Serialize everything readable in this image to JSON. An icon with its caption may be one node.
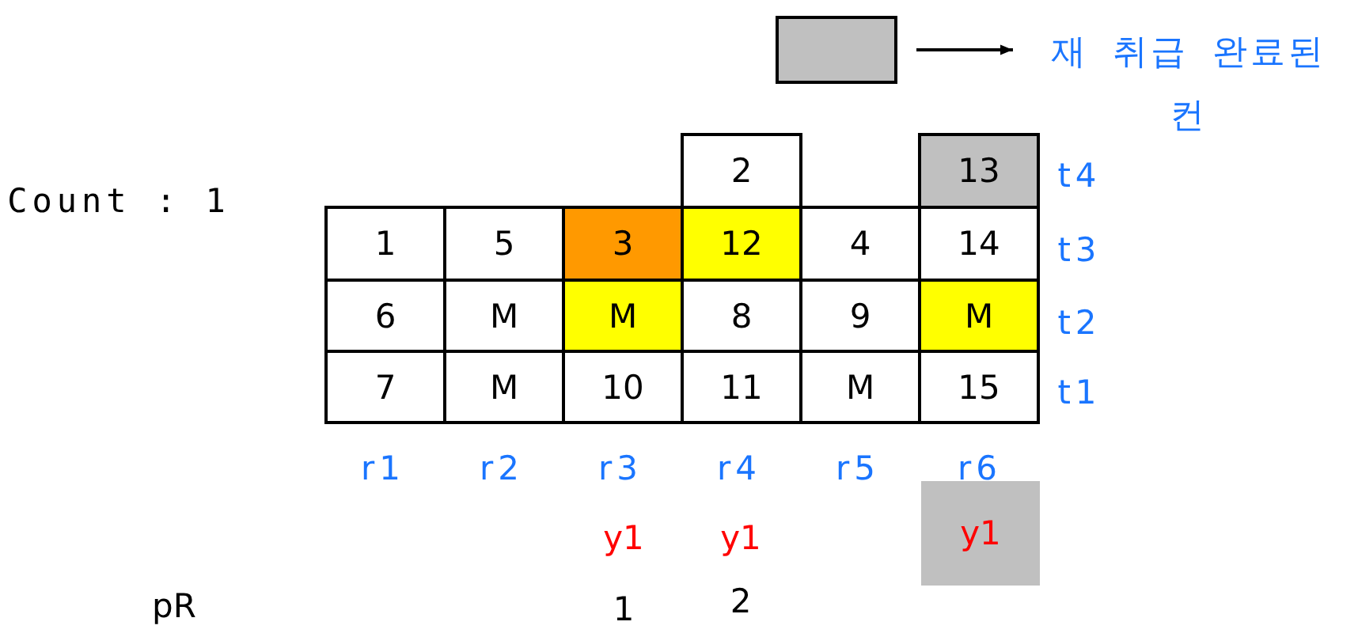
{
  "diagram": {
    "nodes": [
      {
        "text": [],
        "shape": "box"
      },
      {
        "text": [
          "재 취급 완료된 컨"
        ]
      },
      {
        "text": [
          "2"
        ]
      },
      {
        "text": [
          "13"
        ]
      },
      {
        "text": [
          "1"
        ]
      },
      {
        "text": [
          "5"
        ]
      },
      {
        "text": [
          "3"
        ]
      },
      {
        "text": [
          "12"
        ]
      },
      {
        "text": [
          "4"
        ]
      },
      {
        "text": [
          "14"
        ]
      },
      {
        "text": [
          "6"
        ]
      },
      {
        "text": [
          "M"
        ]
      },
      {
        "text": [
          "M"
        ]
      },
      {
        "text": [
          "8"
        ]
      },
      {
        "text": [
          "9"
        ]
      },
      {
        "text": [
          "M"
        ]
      },
      {
        "text": [
          "7"
        ]
      },
      {
        "text": [
          "M"
        ]
      },
      {
        "text": [
          "10"
        ]
      },
      {
        "text": [
          "11"
        ]
      },
      {
        "text": [
          "M"
        ]
      },
      {
        "text": [
          "15"
        ]
      },
      {
        "text": [
          "y1"
        ]
      }
    ],
    "edges": [
      {
        "from": 0,
        "to": 1,
        "arrow": "to"
      }
    ],
    "labels": [
      "Count : 1",
      "t4",
      "t3",
      "t2",
      "t1",
      "r1",
      "r2",
      "r3",
      "r4",
      "r5",
      "r6",
      "y1",
      "y1",
      "pR",
      "1",
      "2"
    ]
  }
}
